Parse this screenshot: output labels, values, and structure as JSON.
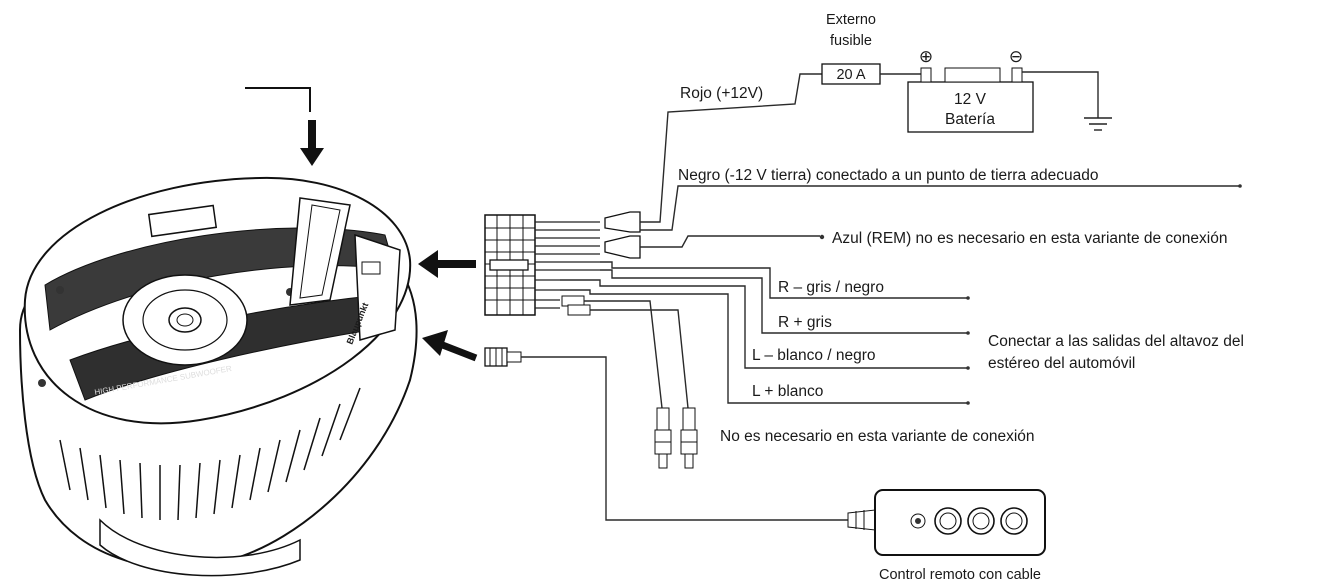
{
  "fuse": {
    "title_line1": "Externo",
    "title_line2": "fusible",
    "rating": "20 A"
  },
  "battery": {
    "voltage": "12 V",
    "name": "Batería",
    "plus_symbol": "⊕",
    "minus_symbol": "⊖"
  },
  "wires": {
    "red": "Rojo (+12V)",
    "black": "Negro (-12 V tierra) conectado a un punto de tierra adecuado",
    "blue": "Azul (REM) no es necesario en esta variante de conexión",
    "r_minus": "R – gris / negro",
    "r_plus": "R + gris",
    "l_minus": "L – blanco / negro",
    "l_plus": "L + blanco"
  },
  "speaker_note": {
    "line1": "Conectar a las salidas del altavoz del",
    "line2": "estéreo del automóvil"
  },
  "rca_note": "No es necesario en esta variante de conexión",
  "remote": {
    "label": "Control remoto con cable"
  },
  "subwoofer": {
    "band_text": "HIGH PERFORMANCE SUBWOOFER",
    "brand_text": "Blaupunkt"
  }
}
